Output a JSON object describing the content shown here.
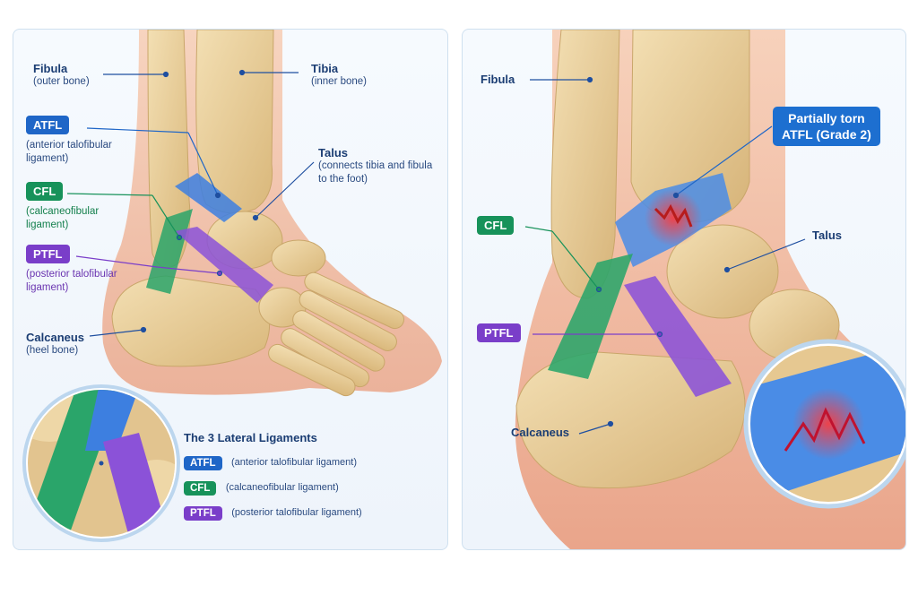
{
  "left_panel": {
    "fibula": {
      "title": "Fibula",
      "subtitle": "(outer bone)"
    },
    "tibia": {
      "title": "Tibia",
      "subtitle": "(inner bone)"
    },
    "atfl": {
      "title": "ATFL",
      "subtitle_line1": "(anterior talofibular",
      "subtitle_line2": "ligament)"
    },
    "talus": {
      "title": "Talus",
      "subtitle_line1": "(connects tibia and fibula",
      "subtitle_line2": "to the foot)"
    },
    "cfl": {
      "title": "CFL",
      "subtitle_line1": "(calcaneofibular",
      "subtitle_line2": "ligament)"
    },
    "ptfl": {
      "title": "PTFL",
      "subtitle_line1": "(posterior talofibular",
      "subtitle_line2": "ligament)"
    },
    "calcaneus": {
      "title": "Calcaneus",
      "subtitle": "(heel bone)"
    },
    "legend": {
      "title": "The 3 Lateral Ligaments",
      "items": [
        {
          "abbr": "ATFL",
          "desc": "(anterior talofibular ligament)"
        },
        {
          "abbr": "CFL",
          "desc": "(calcaneofibular ligament)"
        },
        {
          "abbr": "PTFL",
          "desc": "(posterior talofibular ligament)"
        }
      ]
    }
  },
  "right_panel": {
    "fibula": "Fibula",
    "torn_line1": "Partially torn",
    "torn_line2": "ATFL (Grade 2)",
    "cfl": "CFL",
    "talus": "Talus",
    "ptfl": "PTFL",
    "calcaneus": "Calcaneus"
  },
  "colors": {
    "atfl_blue": "#1f66c7",
    "cfl_green": "#17925a",
    "ptfl_purple": "#7a3ec9",
    "bone": "#e8cf9c",
    "skin": "#f2b89a",
    "tear_red": "#e02a2a",
    "label_navy": "#1b3d73"
  }
}
